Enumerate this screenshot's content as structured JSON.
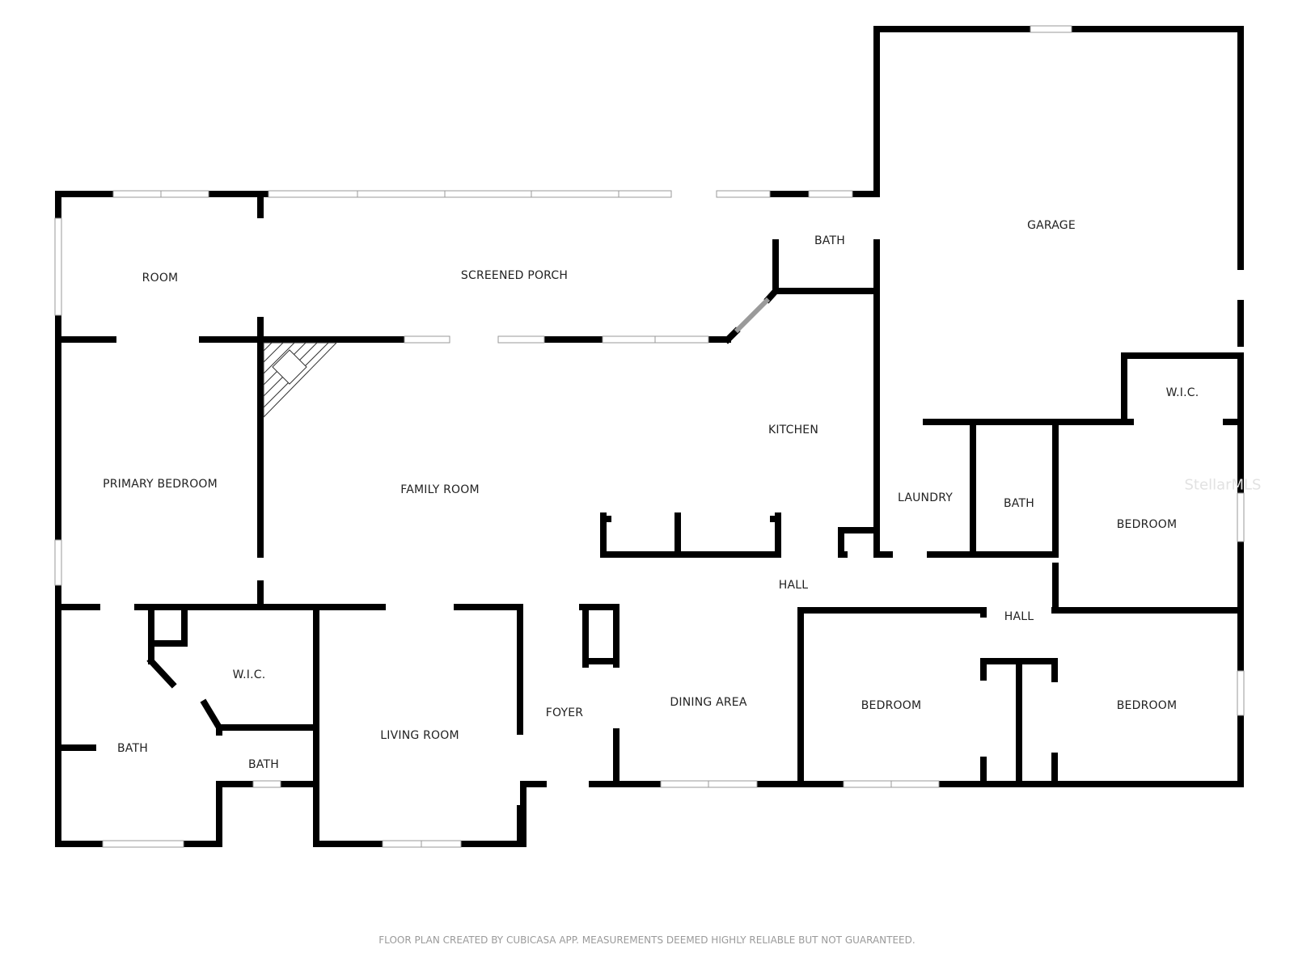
{
  "rooms": {
    "room": "ROOM",
    "screened_porch": "SCREENED PORCH",
    "bath_top": "BATH",
    "garage": "GARAGE",
    "wic_right": "W.I.C.",
    "primary_bedroom": "PRIMARY BEDROOM",
    "family_room": "FAMILY ROOM",
    "kitchen": "KITCHEN",
    "laundry": "LAUNDRY",
    "bath_mid": "BATH",
    "bedroom_right": "BEDROOM",
    "hall_center": "HALL",
    "hall_right": "HALL",
    "wic_left": "W.I.C.",
    "bath_primary": "BATH",
    "bath_small": "BATH",
    "living_room": "LIVING ROOM",
    "foyer": "FOYER",
    "dining_area": "DINING AREA",
    "bedroom_center": "BEDROOM",
    "bedroom_bottom_right": "BEDROOM"
  },
  "watermark": "StellarMLS",
  "footer": "FLOOR PLAN CREATED BY CUBICASA APP. MEASUREMENTS DEEMED HIGHLY RELIABLE BUT NOT GUARANTEED.",
  "colors": {
    "wall": "#000000",
    "window": "#9a9a9a",
    "background": "#ffffff"
  }
}
